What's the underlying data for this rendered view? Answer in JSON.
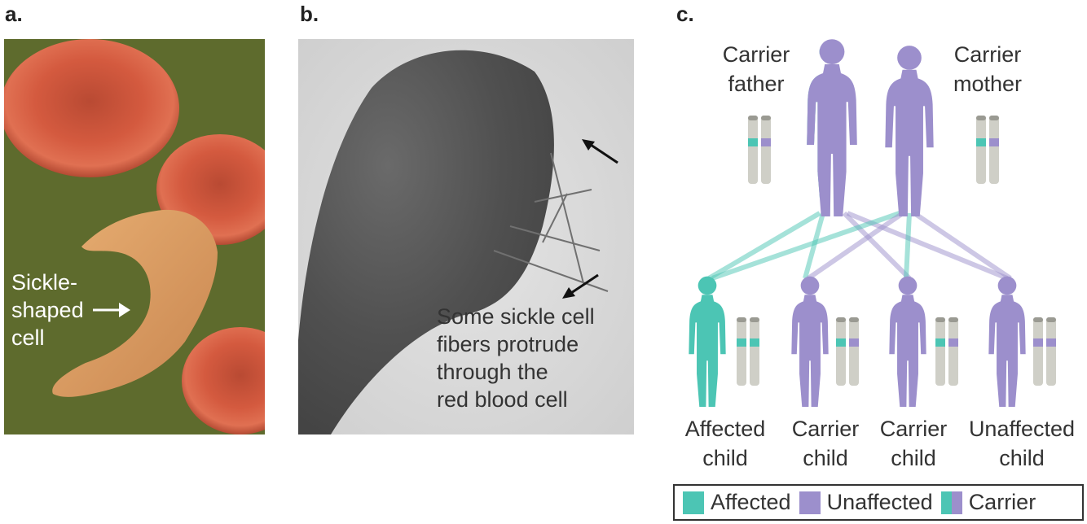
{
  "panels": {
    "a": {
      "letter": "a.",
      "label_line1": "Sickle-",
      "label_line2": "shaped",
      "label_line3": "cell",
      "arrow": "arrow-right-icon"
    },
    "b": {
      "letter": "b.",
      "caption_line1": "Some sickle cell",
      "caption_line2": "fibers protrude",
      "caption_line3": "through the",
      "caption_line4": "red blood cell"
    },
    "c": {
      "letter": "c.",
      "father_line1": "Carrier",
      "father_line2": "father",
      "mother_line1": "Carrier",
      "mother_line2": "mother",
      "children": [
        {
          "line1": "Affected",
          "line2": "child"
        },
        {
          "line1": "Carrier",
          "line2": "child"
        },
        {
          "line1": "Carrier",
          "line2": "child"
        },
        {
          "line1": "Unaffected",
          "line2": "child"
        }
      ]
    }
  },
  "legend": {
    "affected": "Affected",
    "unaffected": "Unaffected",
    "carrier": "Carrier"
  },
  "colors": {
    "affected": "#4cc5b4",
    "unaffected": "#9c8fcc",
    "rbc": "#d65a3e",
    "sickle": "#d99a5e",
    "background_a": "#5d6a2a"
  }
}
